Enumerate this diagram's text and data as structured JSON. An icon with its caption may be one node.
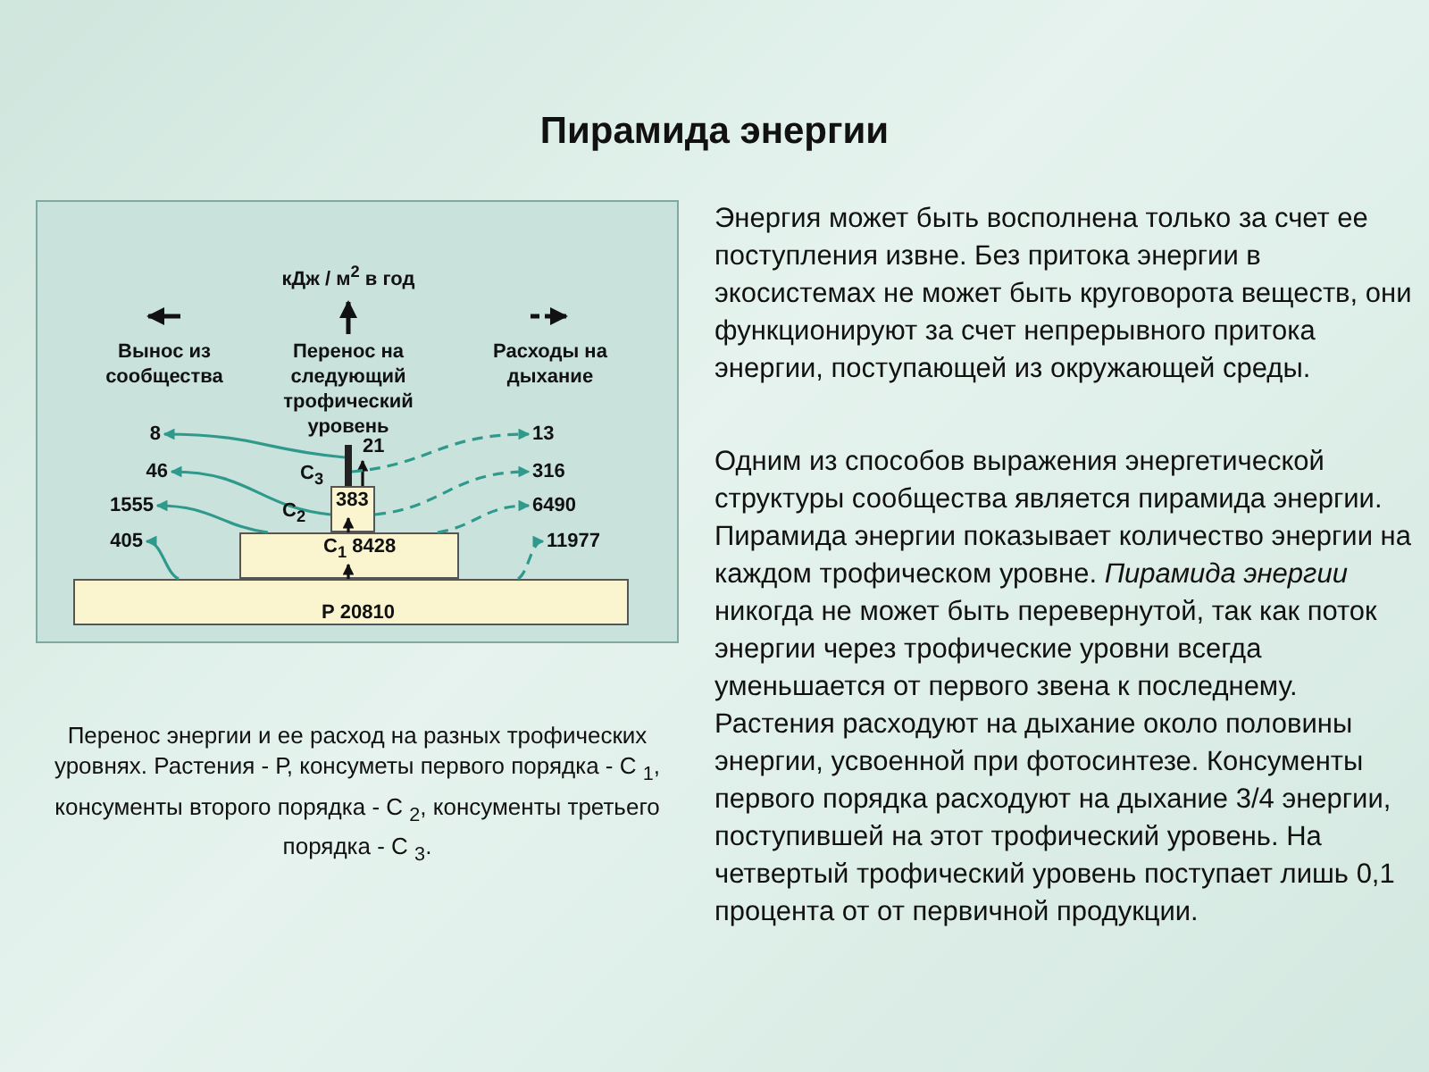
{
  "diagram": {
    "title": "Пирамида энергии",
    "caption": "Перенос энергии и ее расход на разных трофических уровнях. Растения - Р, консуметы первого порядка - С $_{1}$, консументы второго порядка - С $_{2}$, консументы третьего порядка - С $_{3}$.",
    "nodes": [
      {
        "text": [
          "Р 20810"
        ]
      },
      {
        "text": [
          "С$_{1}$ 8428"
        ]
      },
      {
        "text": [
          "383"
        ]
      },
      {
        "text": [],
        "shape": "bar",
        "beside": [
          "21"
        ]
      },
      {
        "text": [
          "8"
        ]
      },
      {
        "text": [
          "46"
        ]
      },
      {
        "text": [
          "1555"
        ]
      },
      {
        "text": [
          "405"
        ]
      },
      {
        "text": [
          "13"
        ]
      },
      {
        "text": [
          "316"
        ]
      },
      {
        "text": [
          "6490"
        ]
      },
      {
        "text": [
          "11977"
        ]
      }
    ],
    "edges": [
      {
        "from": 0,
        "to": 1,
        "arrow": "to",
        "color": "#111111"
      },
      {
        "from": 1,
        "to": 2,
        "arrow": "to",
        "color": "#111111"
      },
      {
        "from": 2,
        "to": 3,
        "arrow": "to",
        "color": "#111111"
      },
      {
        "from": 3,
        "to": 4,
        "arrow": "to"
      },
      {
        "from": 2,
        "to": 5,
        "arrow": "to"
      },
      {
        "from": 1,
        "to": 6,
        "arrow": "to"
      },
      {
        "from": 0,
        "to": 7,
        "arrow": "to"
      },
      {
        "from": 3,
        "to": 8,
        "arrow": "to",
        "style": "dashed"
      },
      {
        "from": 2,
        "to": 9,
        "arrow": "to",
        "style": "dashed"
      },
      {
        "from": 1,
        "to": 10,
        "arrow": "to",
        "style": "dashed"
      },
      {
        "from": 0,
        "to": 11,
        "arrow": "to",
        "style": "dashed"
      }
    ],
    "labels": [
      "кДж / м$^{2}$ в год",
      "С$_{3}$",
      "С$_{2}$",
      "Энергия может быть восполнена только за счет ее поступления извне. Без притока энергии в экосистемах не может быть круговорота веществ, они функционируют за счет непрерывного притока энергии, поступающей из окружающей среды.",
      "Одним из способов выражения энергетической структуры сообщества является пирамида энергии. Пирамида энергии показывает количество энергии на каждом трофическом уровне. *Пирамида энергии* никогда не может быть перевернутой, так как поток энергии через трофические уровни всегда уменьшается от первого звена к последнему. Растения расходуют на дыхание около половины энергии, усвоенной при фотосинтезе. Консументы первого порядка расходуют на дыхание 3/4 энергии, поступившей на этот трофический уровень. На четвертый трофический уровень поступает лишь 0,1 процента от от первичной продукции."
    ],
    "legend": [
      {
        "text": "Вынос из сообщества"
      },
      {
        "text": "Перенос на следующий трофический уровень"
      },
      {
        "text": "Расходы на дыхание"
      }
    ]
  }
}
